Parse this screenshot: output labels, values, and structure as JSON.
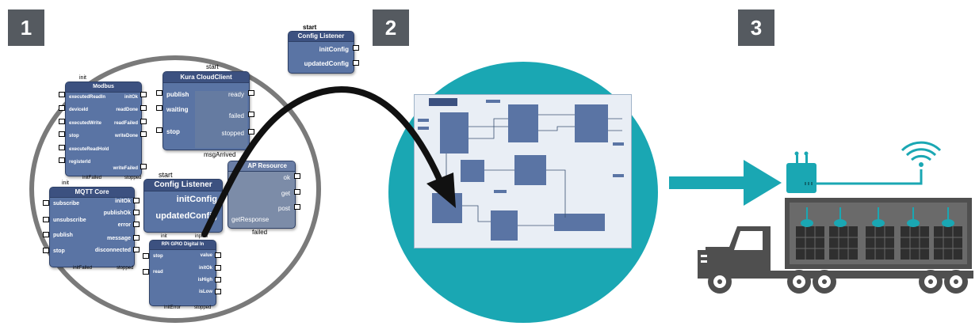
{
  "steps": [
    "1",
    "2",
    "3"
  ],
  "modbus": {
    "title": "Modbus",
    "top": "init",
    "inputs": [
      "executedReadIn",
      "deviceId",
      "executedWrite",
      "stop",
      "executeReadHold",
      "registerId"
    ],
    "outputs": [
      "initOk",
      "readDone",
      "readFailed",
      "writeDone",
      "writeFailed"
    ],
    "bottom": [
      "initFailed",
      "stopped"
    ]
  },
  "cloud": {
    "title": "Kura CloudClient",
    "top": "start",
    "inputs": [
      "publish",
      "waiting",
      "stop"
    ],
    "outputs": [
      "ready",
      "failed",
      "stopped"
    ],
    "bottom": "msgArrived"
  },
  "config_top": {
    "title": "Config Listener",
    "top": "start",
    "outputs": [
      "initConfig",
      "updatedConfig"
    ]
  },
  "config_mid": {
    "title": "Config Listener",
    "top": "start",
    "outputs": [
      "initConfig",
      "updatedConfig"
    ],
    "bottom": [
      "init",
      "inputs"
    ]
  },
  "http": {
    "title": "AP Resource",
    "outputs": [
      "ok",
      "get",
      "post"
    ],
    "inputs": [
      "getResponse"
    ],
    "bottom": "failed"
  },
  "mqtt": {
    "title": "MQTT Core",
    "top": "init",
    "inputs": [
      "subscribe",
      "unsubscribe",
      "publish",
      "stop"
    ],
    "outputs": [
      "initOk",
      "publishOk",
      "error",
      "message",
      "disconnected"
    ],
    "bottom": [
      "initFailed",
      "stopped"
    ]
  },
  "gpio": {
    "title": "RPi GPIO Digital In",
    "inputs": [
      "stop",
      "read"
    ],
    "outputs": [
      "value",
      "initOk",
      "isHigh",
      "isLow"
    ],
    "bottom": [
      "initError",
      "stopped"
    ]
  },
  "colors": {
    "step_box": "#555a60",
    "circle_border": "#7a7a7a",
    "block_fill": "#5a74a4",
    "block_header": "#3c5180",
    "teal": "#1aa7b3",
    "truck": "#4f4f4f",
    "arrow": "#111111"
  },
  "icons": [
    "wifi-icon",
    "router-icon",
    "truck-icon",
    "modem-icon"
  ]
}
